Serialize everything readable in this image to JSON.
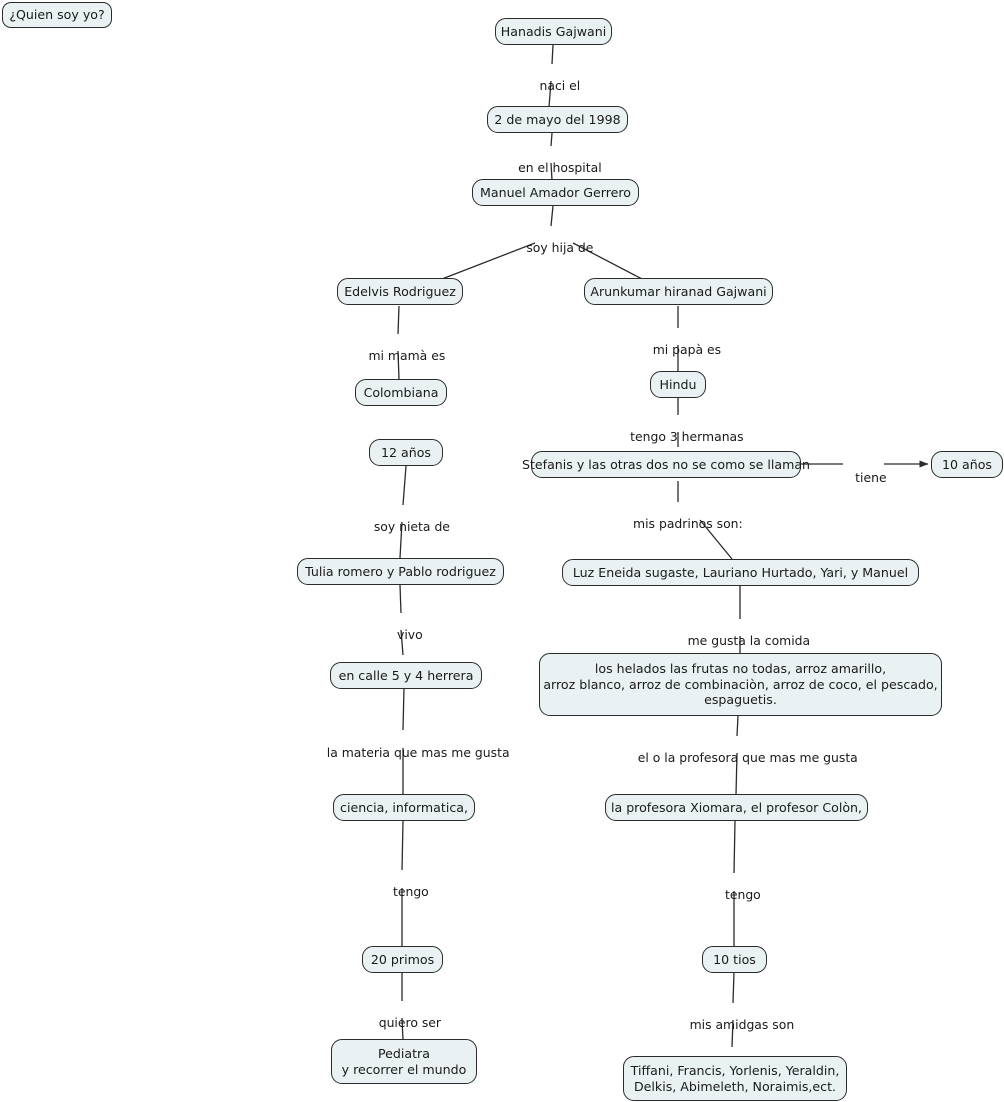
{
  "map": {
    "title_box": {
      "label": "¿Quien soy yo?"
    },
    "nodes": [
      {
        "id": "root",
        "label": "Hanadis Gajwani"
      },
      {
        "id": "birthdate",
        "label": "2 de mayo del 1998"
      },
      {
        "id": "hospital",
        "label": "Manuel Amador Gerrero"
      },
      {
        "id": "mother",
        "label": "Edelvis Rodriguez"
      },
      {
        "id": "father",
        "label": "Arunkumar hiranad Gajwani"
      },
      {
        "id": "nationality",
        "label": "Colombiana"
      },
      {
        "id": "religion",
        "label": "Hindu"
      },
      {
        "id": "age",
        "label": "12 años"
      },
      {
        "id": "sisters",
        "label": "Stefanis y las otras dos no se como se llaman"
      },
      {
        "id": "sisterage",
        "label": "10 años"
      },
      {
        "id": "grandparents",
        "label": "Tulia romero y Pablo rodriguez"
      },
      {
        "id": "godparents",
        "label": "Luz Eneida sugaste, Lauriano Hurtado, Yari, y Manuel"
      },
      {
        "id": "address",
        "label": "en calle 5 y 4 herrera"
      },
      {
        "id": "food",
        "label": "los helados las frutas no todas, arroz amarillo,\narroz blanco, arroz de combinaciòn, arroz de coco, el pescado,\nespaguetis."
      },
      {
        "id": "subjects",
        "label": "ciencia, informatica,"
      },
      {
        "id": "teachers",
        "label": "la profesora Xiomara, el profesor Colòn,"
      },
      {
        "id": "cousins",
        "label": "20 primos"
      },
      {
        "id": "uncles",
        "label": "10 tios"
      },
      {
        "id": "dream",
        "label": "Pediatra\ny recorrer el mundo"
      },
      {
        "id": "friends",
        "label": "Tiffani, Francis, Yorlenis, Yeraldin,\nDelkis, Abimeleth, Noraimis,ect."
      }
    ],
    "link_labels": [
      {
        "id": "l-naci",
        "label": "naci el"
      },
      {
        "id": "l-hospital",
        "label": "en el hospital"
      },
      {
        "id": "l-hija",
        "label": "soy hija de"
      },
      {
        "id": "l-mama",
        "label": "mi mamà es"
      },
      {
        "id": "l-papa",
        "label": "mi papà es"
      },
      {
        "id": "l-hermanas",
        "label": "tengo 3 hermanas"
      },
      {
        "id": "l-tiene",
        "label": "tiene"
      },
      {
        "id": "l-nieta",
        "label": "soy nieta de"
      },
      {
        "id": "l-padrinos",
        "label": "mis padrinos son:"
      },
      {
        "id": "l-vivo",
        "label": "vivo"
      },
      {
        "id": "l-comida",
        "label": "me gusta la comida"
      },
      {
        "id": "l-materia",
        "label": "la materia que mas me gusta"
      },
      {
        "id": "l-profesora",
        "label": "el o la profesora que mas me gusta"
      },
      {
        "id": "l-tengo-primos",
        "label": "tengo"
      },
      {
        "id": "l-tengo-tios",
        "label": "tengo"
      },
      {
        "id": "l-quiero",
        "label": "quiero ser"
      },
      {
        "id": "l-amigas",
        "label": "mis amidgas son"
      }
    ],
    "colors": {
      "node_fill": "#e9f1f3",
      "node_border": "#2b2b2b",
      "edge": "#2b2b2b",
      "text": "#1a1a1a",
      "background": "#ffffff"
    }
  }
}
